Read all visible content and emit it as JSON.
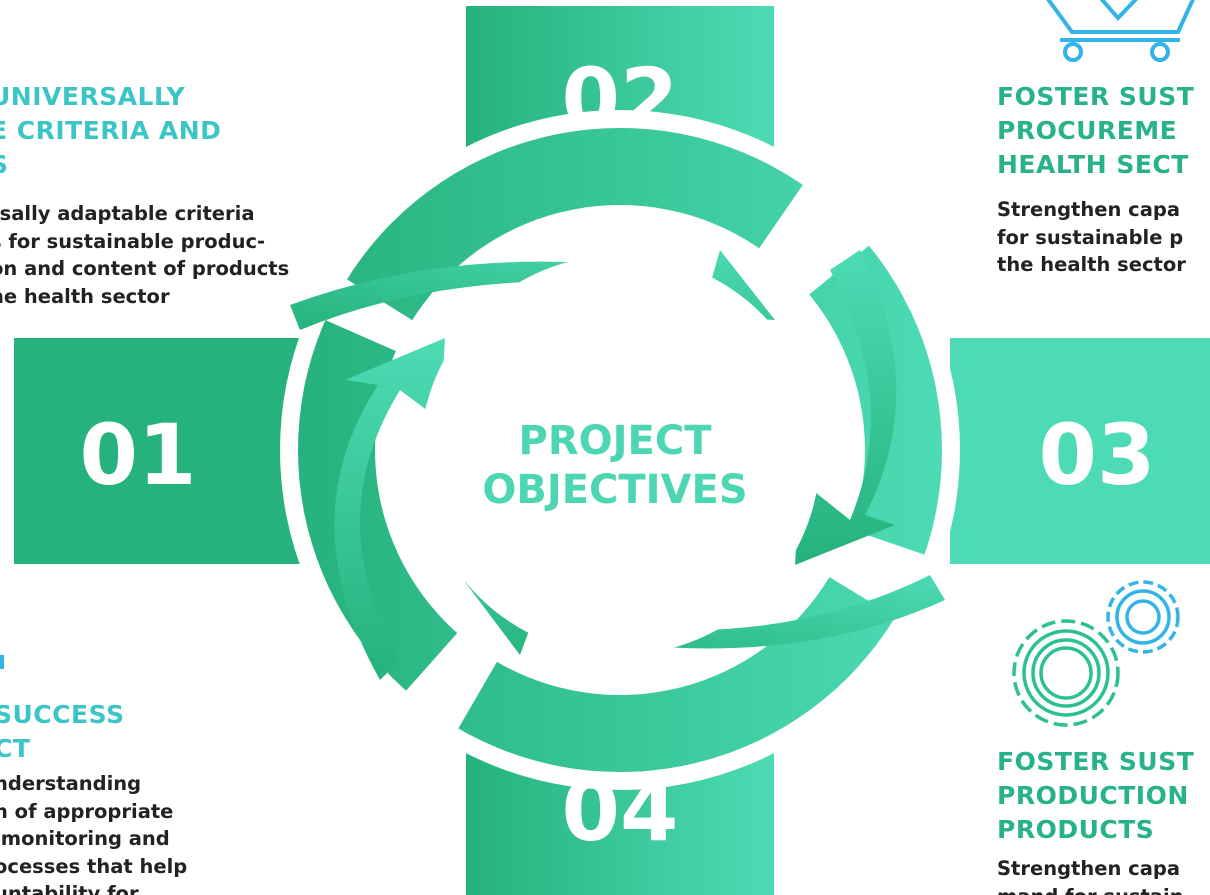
{
  "colors": {
    "green_dark": "#25b27c",
    "green_light": "#4ddbb5",
    "teal_title": "#3cc5c7",
    "green_title": "#27b28a",
    "body_text": "#222222",
    "icon_blue": "#32b4e6",
    "icon_green": "#2bc093"
  },
  "center": {
    "line1": "PROJECT",
    "line2": "OBJECTIVES"
  },
  "objectives": [
    {
      "number": "01",
      "title": "UNIVERSALLY\nE CRITERIA AND\nS",
      "description": "rsally adaptable criteria\ns for sustainable produc-\non and content of products\nhe health sector"
    },
    {
      "number": "02",
      "title": "FOSTER SUST\nPROCUREME\nHEALTH SECT",
      "description": "Strengthen capa\nfor sustainable p\nthe health sector"
    },
    {
      "number": "03",
      "title": "FOSTER SUST\nPRODUCTION\nPRODUCTS",
      "description": "Strengthen capa\nmand for sustain"
    },
    {
      "number": "04",
      "title": "SUCCESS\nCT",
      "description": "nderstanding\nn of appropriate\n monitoring and\nocesses that help\nuntability for"
    }
  ],
  "icons": {
    "top_right": "shopping-cart-heart-icon",
    "bottom_right": "gears-icon",
    "left_mid": "bar-icon"
  }
}
